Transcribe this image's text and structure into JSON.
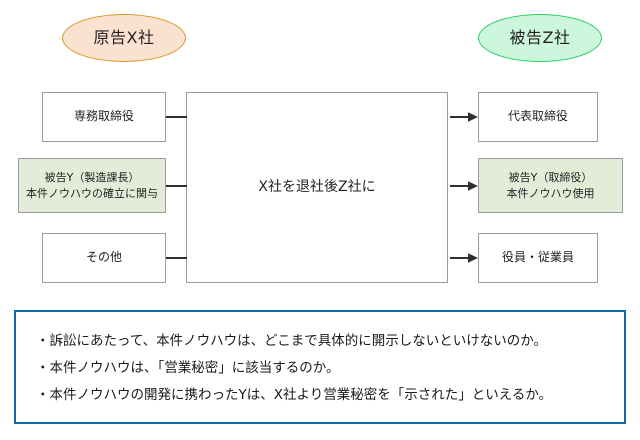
{
  "diagram": {
    "type": "legal-case-relationship-diagram",
    "parties": [
      {
        "id": "plaintiff",
        "label": "原告X社",
        "fill": "#fbe2d0",
        "stroke": "#d79b29"
      },
      {
        "id": "defendant",
        "label": "被告Z社",
        "fill": "#ccf7dc",
        "stroke": "#27cc65"
      }
    ],
    "left_nodes": [
      {
        "id": "senmu",
        "line1": "専務取締役",
        "line2": "",
        "highlight": false
      },
      {
        "id": "y-left",
        "line1": "被告Y（製造課長）",
        "line2": "本件ノウハウの確立に関与",
        "highlight": true
      },
      {
        "id": "sonota",
        "line1": "その他",
        "line2": "",
        "highlight": false
      }
    ],
    "center_node": {
      "id": "transition",
      "label": "X社を退社後Z社に"
    },
    "right_nodes": [
      {
        "id": "daihyo",
        "line1": "代表取締役",
        "line2": "",
        "highlight": false
      },
      {
        "id": "y-right",
        "line1": "被告Y（取締役）",
        "line2": "本件ノウハウ使用",
        "highlight": true
      },
      {
        "id": "yakuin",
        "line1": "役員・従業員",
        "line2": "",
        "highlight": false
      }
    ],
    "highlight_fill": "#e2ecd9",
    "box_stroke": "#9b9b9b",
    "connector_color": "#2f2f2f"
  },
  "issues_panel": {
    "border_color": "#10699f",
    "lines": [
      "・訴訟にあたって、本件ノウハウは、どこまで具体的に開示しないといけないのか。",
      "・本件ノウハウは、「営業秘密」に該当するのか。",
      "・本件ノウハウの開発に携わったYは、X社より営業秘密を「示された」といえるか。"
    ]
  }
}
